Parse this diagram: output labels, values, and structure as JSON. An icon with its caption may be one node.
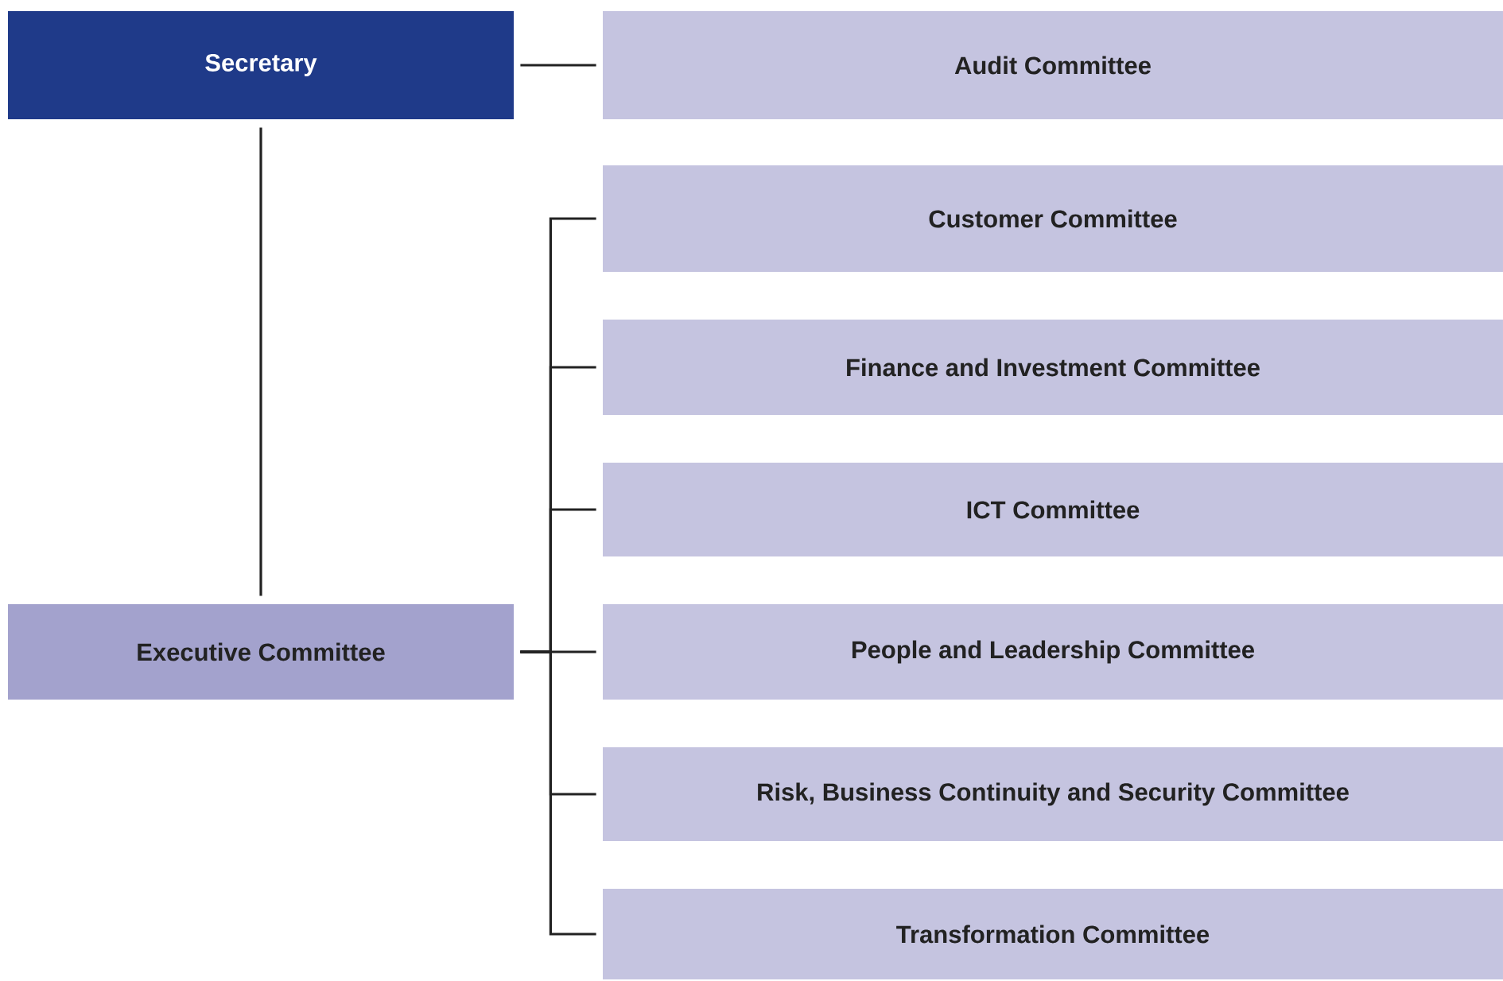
{
  "diagram": {
    "nodes": [
      {
        "text": [
          "Secretary"
        ]
      },
      {
        "text": [
          "Audit Committee"
        ]
      },
      {
        "text": [
          "Executive Committee"
        ]
      },
      {
        "text": [
          "Customer Committee"
        ]
      },
      {
        "text": [
          "Finance and Investment Committee"
        ]
      },
      {
        "text": [
          "ICT Committee"
        ]
      },
      {
        "text": [
          "People and Leadership Committee"
        ]
      },
      {
        "text": [
          "Risk, Business Continuity and Security Committee"
        ]
      },
      {
        "text": [
          "Transformation Committee"
        ]
      }
    ],
    "edges": [
      {
        "from": 0,
        "to": 1,
        "arrow": "none"
      },
      {
        "from": 0,
        "to": 2,
        "arrow": "none"
      },
      {
        "from": 2,
        "to": 3,
        "arrow": "none"
      },
      {
        "from": 2,
        "to": 4,
        "arrow": "none"
      },
      {
        "from": 2,
        "to": 5,
        "arrow": "none"
      },
      {
        "from": 2,
        "to": 6,
        "arrow": "none"
      },
      {
        "from": 2,
        "to": 7,
        "arrow": "none"
      },
      {
        "from": 2,
        "to": 8,
        "arrow": "none"
      }
    ]
  }
}
